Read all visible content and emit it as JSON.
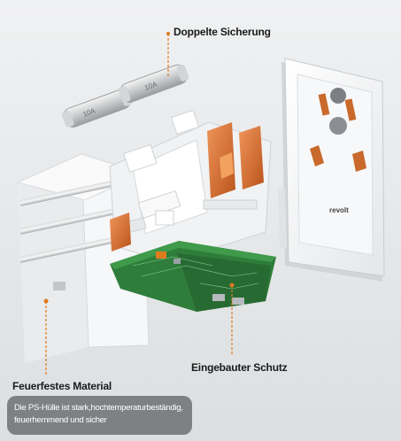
{
  "labels": {
    "fuse": "Doppelte Sicherung",
    "protection": "Eingebauter Schutz",
    "material": "Feuerfestes Material"
  },
  "caption": {
    "text": "Die PS-Hülle ist stark,hochtemperaturbeständig, feuerhemmend und sicher"
  },
  "brand": {
    "logo_text": "revolt"
  },
  "fuse_markings": [
    "10A",
    "10A"
  ],
  "colors": {
    "background": "#e6e8ea",
    "housing": "#f3f4f5",
    "pcb": "#2f7d3a",
    "copper": "#d8702e",
    "callout": "#e07a1f",
    "caption_bg": "#7e8183"
  },
  "icons": [
    "fuse-icon",
    "circuit-board-icon",
    "socket-icon",
    "plug-pin-icon"
  ]
}
